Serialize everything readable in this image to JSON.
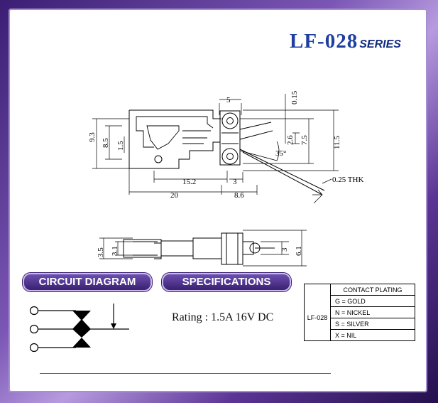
{
  "title": {
    "model": "LF-028",
    "series": "SERIES"
  },
  "top_view": {
    "dim_5": "5",
    "dim_0_15": "0.15",
    "dim_9_3": "9.3",
    "dim_8_5": "8.5",
    "dim_1_5": "1.5",
    "dim_2_6": "2.6",
    "dim_7_5": "7.5",
    "dim_11_5": "11.5",
    "angle_35": "35°",
    "dim_15_2": "15.2",
    "dim_3": "3",
    "dim_20": "20",
    "dim_8_6": "8.6",
    "dim_0_25_thk": "0.25 THK"
  },
  "side_view": {
    "dim_3_5": "3.5",
    "dim_3_1": "3.1",
    "dim_3": "3",
    "dim_6_1": "6.1"
  },
  "circuit_diagram": {
    "label": "CIRCUIT DIAGRAM"
  },
  "specifications": {
    "label": "SPECIFICATIONS",
    "rating": "Rating : 1.5A 16V DC"
  },
  "plating_table": {
    "model": "LF-028",
    "header": "CONTACT PLATING",
    "options": [
      "G = GOLD",
      "N = NICKEL",
      "S = SILVER",
      "X = NIL"
    ]
  }
}
